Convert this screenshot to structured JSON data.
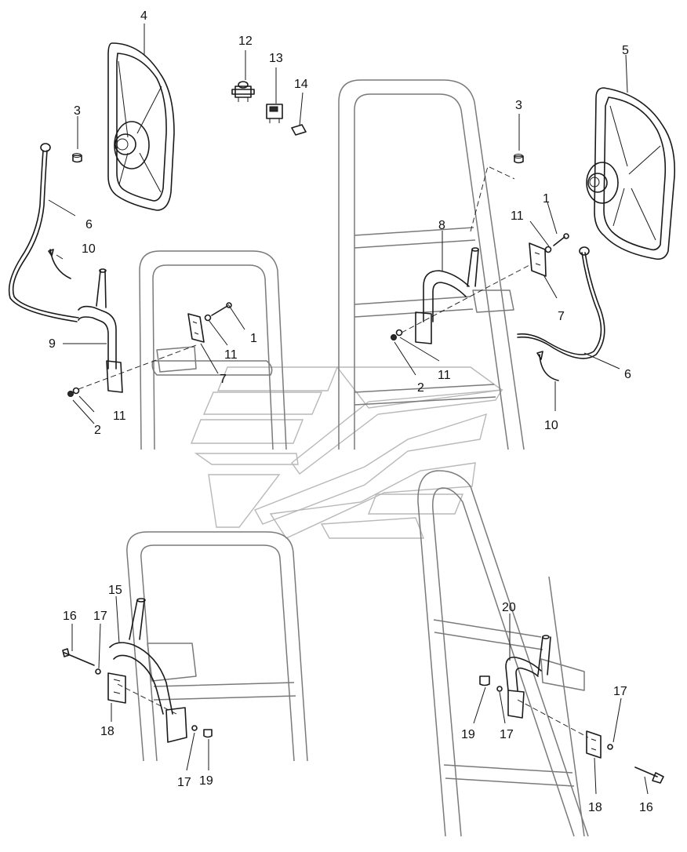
{
  "callouts": [
    {
      "id": "c1",
      "text": "1"
    },
    {
      "id": "c2",
      "text": "1"
    },
    {
      "id": "c3",
      "text": "2"
    },
    {
      "id": "c4",
      "text": "2"
    },
    {
      "id": "c5",
      "text": "3"
    },
    {
      "id": "c6",
      "text": "3"
    },
    {
      "id": "c7",
      "text": "4"
    },
    {
      "id": "c8",
      "text": "5"
    },
    {
      "id": "c9",
      "text": "6"
    },
    {
      "id": "c10",
      "text": "6"
    },
    {
      "id": "c11",
      "text": "7"
    },
    {
      "id": "c12",
      "text": "7"
    },
    {
      "id": "c13",
      "text": "8"
    },
    {
      "id": "c14",
      "text": "9"
    },
    {
      "id": "c15",
      "text": "10"
    },
    {
      "id": "c16",
      "text": "10"
    },
    {
      "id": "c17",
      "text": "11"
    },
    {
      "id": "c18",
      "text": "11"
    },
    {
      "id": "c19",
      "text": "11"
    },
    {
      "id": "c20",
      "text": "11"
    },
    {
      "id": "c21",
      "text": "12"
    },
    {
      "id": "c22",
      "text": "13"
    },
    {
      "id": "c23",
      "text": "14"
    },
    {
      "id": "c24",
      "text": "15"
    },
    {
      "id": "c25",
      "text": "16"
    },
    {
      "id": "c26",
      "text": "16"
    },
    {
      "id": "c27",
      "text": "17"
    },
    {
      "id": "c28",
      "text": "17"
    },
    {
      "id": "c29",
      "text": "17"
    },
    {
      "id": "c30",
      "text": "17"
    },
    {
      "id": "c31",
      "text": "18"
    },
    {
      "id": "c32",
      "text": "18"
    },
    {
      "id": "c33",
      "text": "19"
    },
    {
      "id": "c34",
      "text": "19"
    },
    {
      "id": "c35",
      "text": "20"
    }
  ],
  "colors": {
    "line": "#1a1a1a",
    "frame": "#7a7a7a",
    "watermark": "#b8b8b8",
    "background": "#ffffff"
  }
}
